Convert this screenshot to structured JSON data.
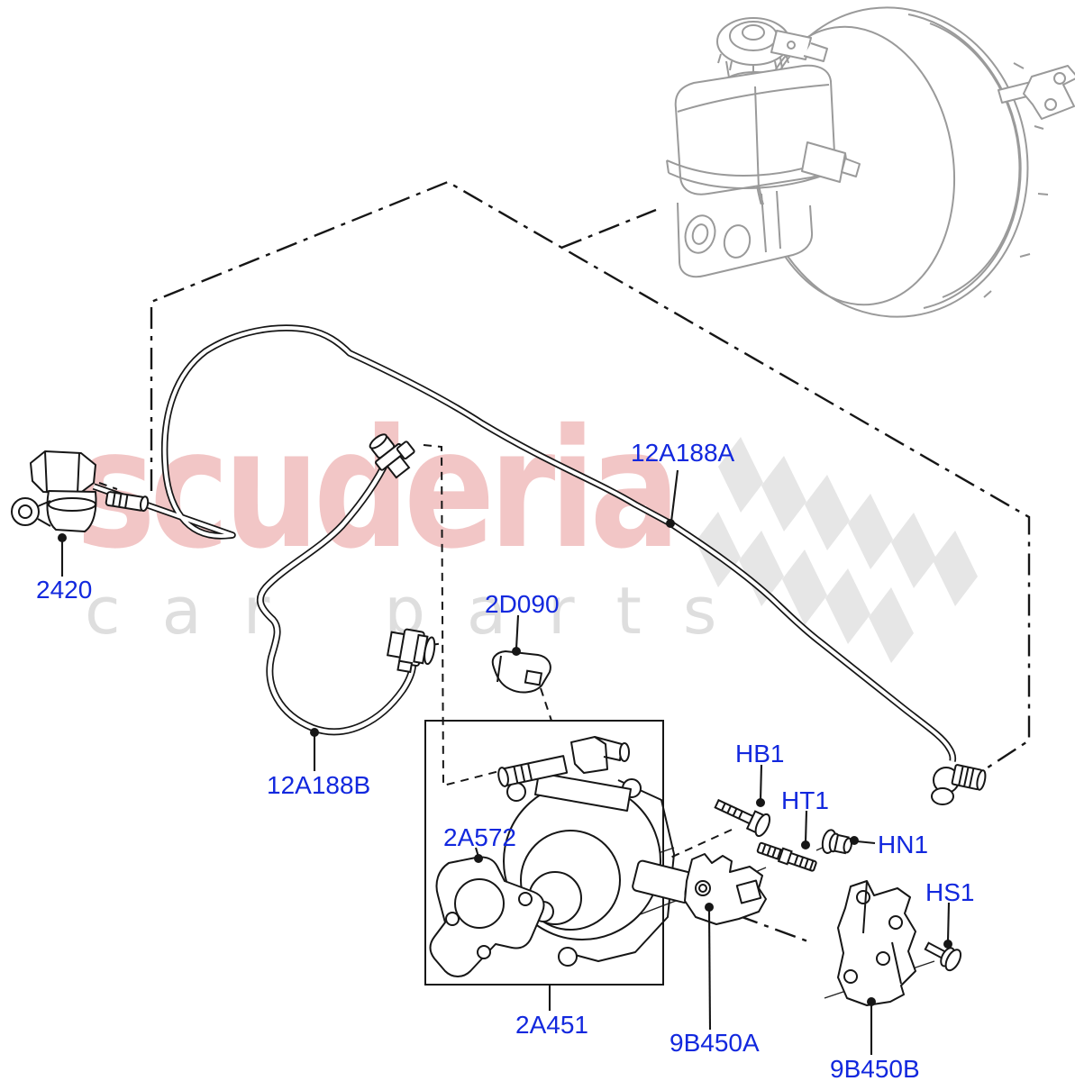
{
  "diagram": {
    "type": "exploded-parts-diagram",
    "subject": "vacuum pump and brake booster hoses"
  },
  "watermark": {
    "brand": "scuderia",
    "subtext": "car parts",
    "brand_color": "#d64646",
    "subtext_color": "#dedede",
    "checker_color": "#e6e6e6"
  },
  "colors": {
    "label_blue": "#1228de",
    "line_black": "#161616",
    "booster_gray": "#9a9a9a",
    "background": "#ffffff"
  },
  "labels": {
    "valve": "2420",
    "hose_a": "12A188A",
    "elbow_cap": "2D090",
    "hose_b": "12A188B",
    "gasket": "2A572",
    "vacuum_pump": "2A451",
    "bolt": "HB1",
    "stud": "HT1",
    "nut": "HN1",
    "screw": "HS1",
    "bracket_a": "9B450A",
    "bracket_b": "9B450B"
  }
}
